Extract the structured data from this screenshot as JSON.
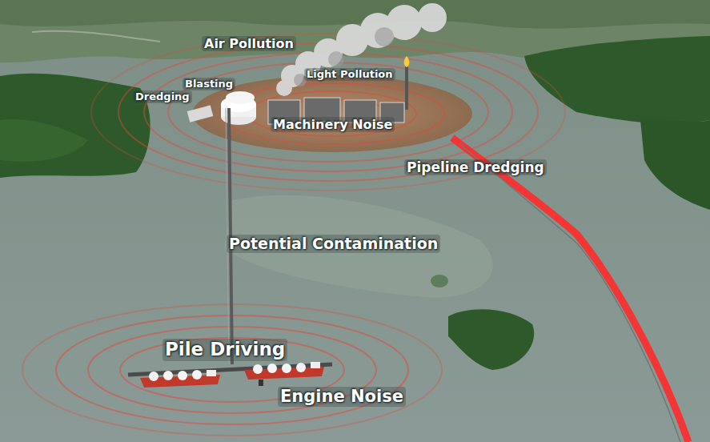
{
  "diagram": {
    "labels": [
      "Air Pollution",
      "Blasting",
      "Light Pollution",
      "Dredging",
      "Machinery Noise",
      "Pipeline Dredging",
      "Potential Contamination",
      "Pile Driving",
      "Engine Noise"
    ]
  }
}
